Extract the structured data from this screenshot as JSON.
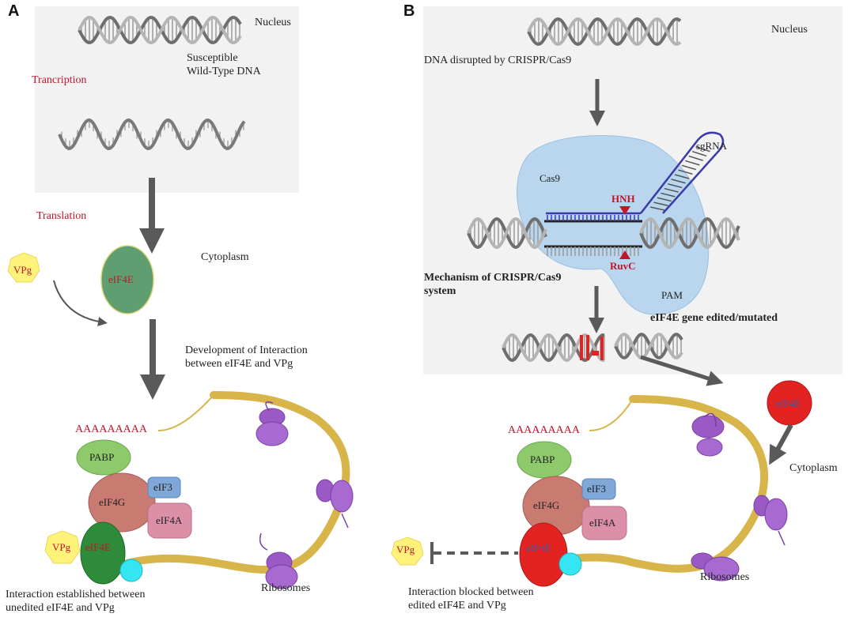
{
  "colors": {
    "accent_red": "#c0162a",
    "dark_arrow": "#5a5a5a",
    "nucleus_bg": "#f2f2f2",
    "cas9": "#b9d6ee",
    "mrna": "#d8b54a",
    "ribosome": "#9b59c6",
    "pabp": "#8ec96b",
    "eif4g": "#c97b72",
    "eif3": "#7fa7d8",
    "eif4a": "#dc90a8",
    "eif4e_unedited": "#2e8b3a",
    "eif4e_edited": "#e32222",
    "vpg": "#fff27a",
    "cyan": "#35e6f2"
  },
  "panel_a": {
    "letter": "A",
    "nucleus": "Nucleus",
    "dna_label": "Susceptible\nWild-Type DNA",
    "transcription": "Trancription",
    "translation": "Translation",
    "cytoplasm": "Cytoplasm",
    "eif4e": "eIF4E",
    "vpg": "VPg",
    "development": "Development of Interaction\nbetween eIF4E and VPg",
    "poly_a": "AAAAAAAAA",
    "pabp": "PABP",
    "eif4g": "eIF4G",
    "eif3": "eIF3",
    "eif4a": "eIF4A",
    "eif4e_bottom": "eIF4E",
    "vpg_bottom": "VPg",
    "ribosomes": "Ribosomes",
    "caption": "Interaction established between\nunedited eIF4E and VPg"
  },
  "panel_b": {
    "letter": "B",
    "nucleus": "Nucleus",
    "dna_disrupted": "DNA disrupted by CRISPR/Cas9",
    "sgrna": "sgRNA",
    "cas9": "Cas9",
    "hnh": "HNH",
    "ruvc": "RuvC",
    "pam": "PAM",
    "mechanism": "Mechanism of CRISPR/Cas9\nsystem",
    "edited": "eIF4E gene edited/mutated",
    "eif4e_top": "eIF4E",
    "cytoplasm": "Cytoplasm",
    "poly_a": "AAAAAAAAA",
    "pabp": "PABP",
    "eif4g": "eIF4G",
    "eif3": "eIF3",
    "eif4a": "eIF4A",
    "eif4e_bottom": "eIF4E",
    "vpg": "VPg",
    "ribosomes": "Ribosomes",
    "caption": "Interaction blocked between\nedited eIF4E and VPg"
  }
}
